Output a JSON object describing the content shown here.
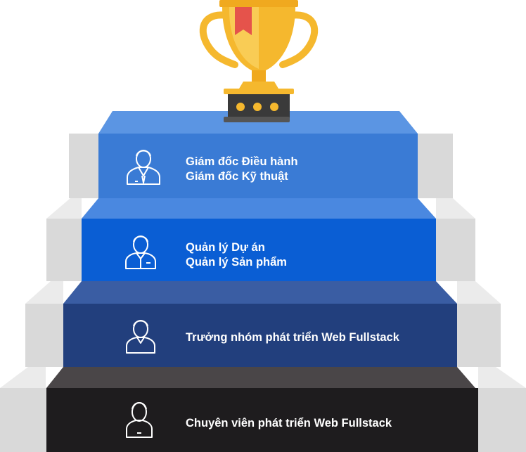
{
  "colors": {
    "background": "#ffffff",
    "trophy_gold": "#f5b82e",
    "trophy_light": "#f9cc55",
    "trophy_ribbon": "#e5534b",
    "trophy_base": "#3a3a3a",
    "trophy_dots": "#f5b82e",
    "stair_side_light": "#d9d9d9",
    "stair_side_top": "#ebebeb",
    "icon_stroke": "#ffffff"
  },
  "levels": [
    {
      "rank": 1,
      "lines": [
        "Giám đốc Điều hành",
        "Giám đốc Kỹ thuật"
      ],
      "icon": "executive-person-icon",
      "front_color": "#3a7bd5",
      "top_color": "#5b95e3"
    },
    {
      "rank": 2,
      "lines": [
        "Quản lý Dự án",
        "Quản lý Sản phẩm"
      ],
      "icon": "manager-person-icon",
      "front_color": "#0a5ed4",
      "top_color": "#4a88e0"
    },
    {
      "rank": 3,
      "lines": [
        "Trưởng nhóm phát triển Web Fullstack"
      ],
      "icon": "team-lead-person-icon",
      "front_color": "#223f7d",
      "top_color": "#3a5da3"
    },
    {
      "rank": 4,
      "lines": [
        "Chuyên viên phát triển Web Fullstack"
      ],
      "icon": "specialist-person-icon",
      "front_color": "#1e1c1e",
      "top_color": "#4a4648"
    }
  ]
}
